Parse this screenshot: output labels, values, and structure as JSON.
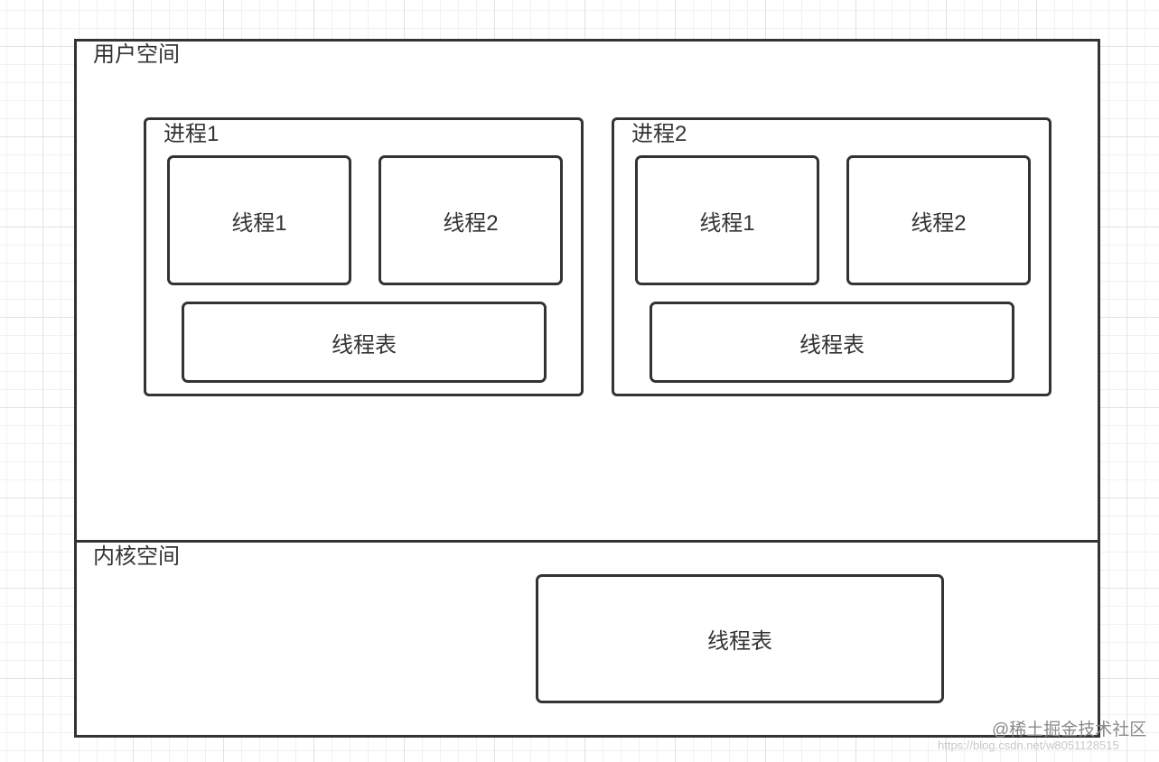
{
  "user_space": {
    "label": "用户空间",
    "processes": [
      {
        "label": "进程1",
        "threads": [
          "线程1",
          "线程2"
        ],
        "thread_table": "线程表"
      },
      {
        "label": "进程2",
        "threads": [
          "线程1",
          "线程2"
        ],
        "thread_table": "线程表"
      }
    ]
  },
  "kernel_space": {
    "label": "内核空间",
    "thread_table": "线程表"
  },
  "watermark": {
    "text": "@稀土掘金技术社区",
    "url": "https://blog.csdn.net/w8051128515"
  }
}
